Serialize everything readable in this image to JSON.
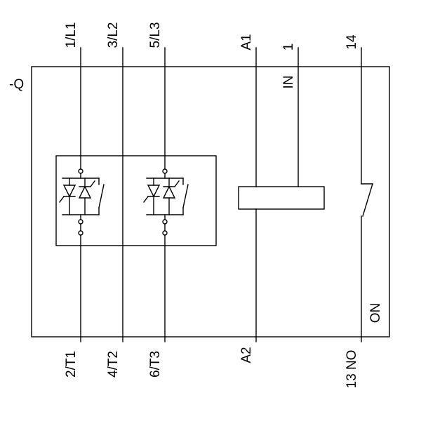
{
  "device": {
    "label": "-Q"
  },
  "terminals": {
    "l1_top": "1/L1",
    "l2_top": "3/L2",
    "l3_top": "5/L3",
    "a1": "A1",
    "input_one": "1",
    "no_14": "14",
    "in_label": "IN",
    "t1_bottom": "2/T1",
    "t2_bottom": "4/T2",
    "t3_bottom": "6/T3",
    "a2": "A2",
    "no_13": "13 NO",
    "on_label": "ON"
  },
  "colors": {
    "line": "#000000",
    "background": "#ffffff"
  }
}
